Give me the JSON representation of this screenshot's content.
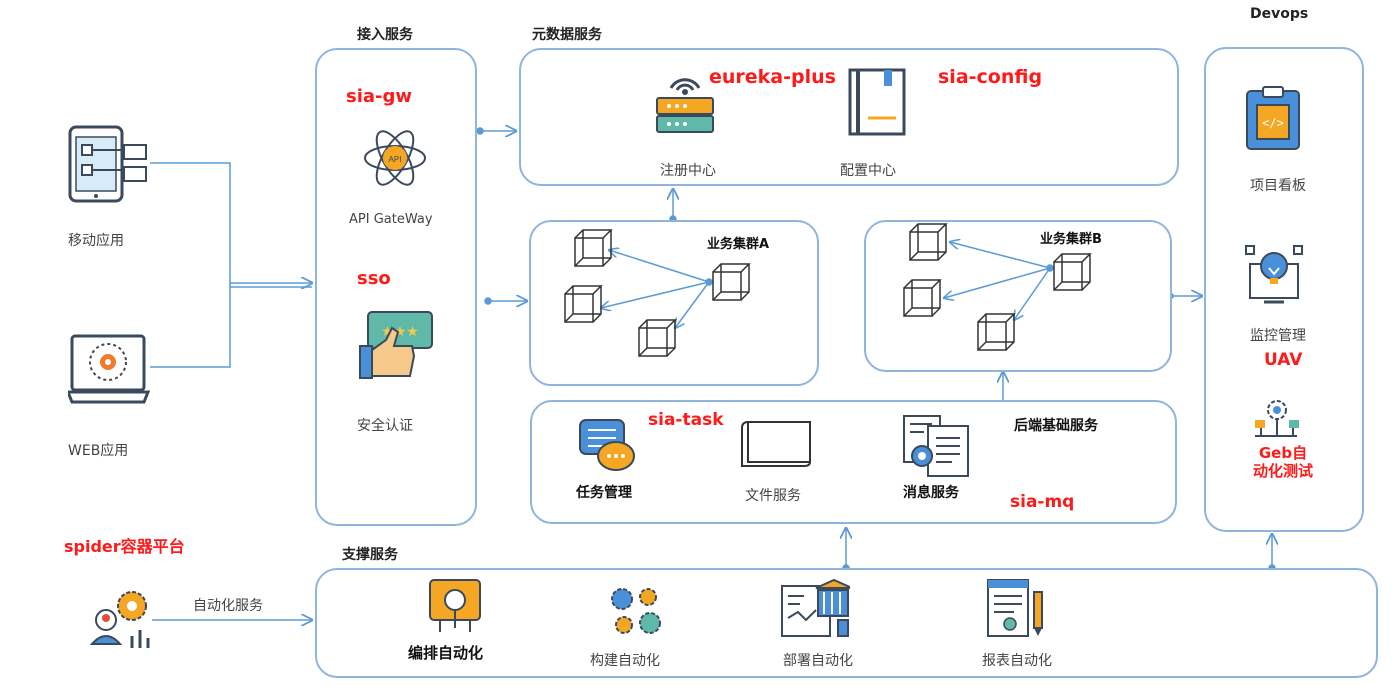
{
  "sections": {
    "access": "接入服务",
    "metadata": "元数据服务",
    "devops": "Devops",
    "support": "支撑服务",
    "backend": "后端基础服务",
    "cluster_a": "业务集群A",
    "cluster_b": "业务集群B"
  },
  "clients": {
    "mobile": "移动应用",
    "web": "WEB应用",
    "spider": "spider容器平台",
    "automation_service": "自动化服务"
  },
  "access": {
    "gw_tag": "sia-gw",
    "gateway": "API GateWay",
    "sso_tag": "sso",
    "auth": "安全认证"
  },
  "metadata": {
    "eureka_tag": "eureka-plus",
    "config_tag": "sia-config",
    "registry": "注册中心",
    "config": "配置中心"
  },
  "backend": {
    "task_tag": "sia-task",
    "task": "任务管理",
    "file": "文件服务",
    "message": "消息服务",
    "mq_tag": "sia-mq"
  },
  "devops": {
    "board": "项目看板",
    "monitor": "监控管理",
    "uav_tag": "UAV",
    "geb_tag": "Geb自动化测试"
  },
  "support": {
    "orchestrate": "编排自动化",
    "build": "构建自动化",
    "deploy": "部署自动化",
    "report": "报表自动化"
  },
  "colors": {
    "border": "#8fb4dd",
    "arrow": "#5b9bd5",
    "red_tag": "#ff1a1a",
    "icon_orange": "#f5a623",
    "icon_blue": "#4a90d9"
  }
}
